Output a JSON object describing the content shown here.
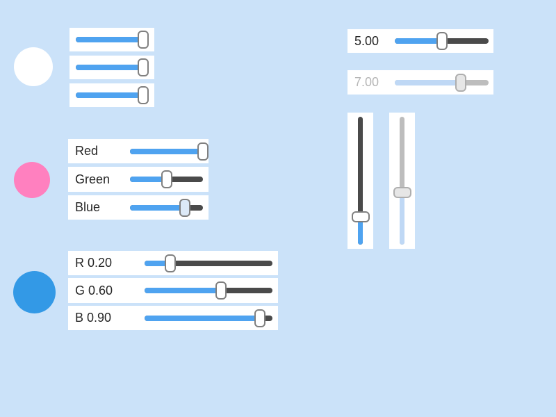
{
  "colors": {
    "background": "#cbe2f9",
    "panel": "#ffffff",
    "track_fill": "#4fa3f0",
    "track_rest": "#4a4a4a",
    "thumb_fill": "#ffffff",
    "thumb_border": "#808080",
    "thumb_active_fill": "#dce9f7",
    "text": "#262626",
    "disabled_text": "#b6b6b6",
    "disabled_track_fill": "#bfd8f5",
    "disabled_track_rest": "#bdbdbd",
    "disabled_thumb_fill": "#e6e6e6",
    "disabled_thumb_border": "#aeaeae"
  },
  "swatches": [
    {
      "name": "white-circle",
      "color": "#ffffff"
    },
    {
      "name": "pink-circle",
      "color": "#ff80bf"
    },
    {
      "name": "blue-circle",
      "color": "#3399e6"
    }
  ],
  "slider_groups": [
    {
      "name": "plain-sliders",
      "sliders": [
        {
          "value": 1.0
        },
        {
          "value": 1.0
        },
        {
          "value": 1.0
        }
      ]
    },
    {
      "name": "named-rgb-sliders",
      "sliders": [
        {
          "label": "Red",
          "value": 1.0
        },
        {
          "label": "Green",
          "value": 0.5
        },
        {
          "label": "Blue",
          "value": 0.75,
          "thumb_active": true
        }
      ]
    },
    {
      "name": "value-rgb-sliders",
      "sliders": [
        {
          "label": "R 0.20",
          "value": 0.2
        },
        {
          "label": "G 0.60",
          "value": 0.6
        },
        {
          "label": "B 0.90",
          "value": 0.9
        }
      ]
    }
  ],
  "value_sliders": [
    {
      "label": "5.00",
      "value": 0.5,
      "disabled": false
    },
    {
      "label": "7.00",
      "value": 0.7,
      "disabled": true
    }
  ],
  "vertical_sliders": [
    {
      "value": 0.22,
      "disabled": false
    },
    {
      "value": 0.41,
      "disabled": true
    }
  ]
}
